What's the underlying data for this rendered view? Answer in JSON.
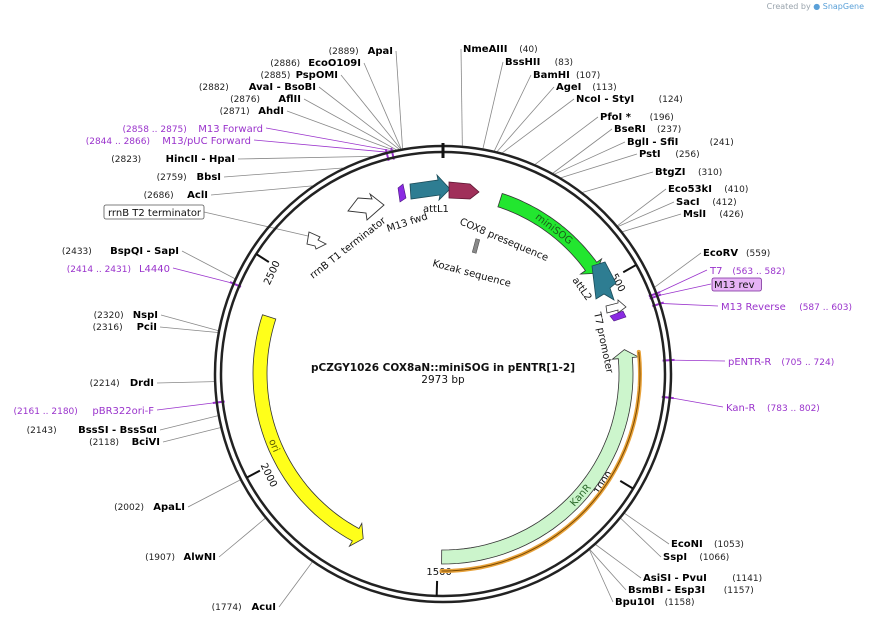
{
  "app": {
    "credit_prefix": "Created by",
    "credit_brand": "SnapGene"
  },
  "plasmid": {
    "name": "pCZGY1026 COX8aN::miniSOG in pENTR[1-2]",
    "size_text": "2973 bp",
    "length_bp": 2973
  },
  "ticks": [
    {
      "bp": 500,
      "label": "500"
    },
    {
      "bp": 1000,
      "label": "1000"
    },
    {
      "bp": 1500,
      "label": "1500"
    },
    {
      "bp": 2000,
      "label": "2000"
    },
    {
      "bp": 2500,
      "label": "2500"
    }
  ],
  "enzymes": [
    {
      "label": "NmeAIII",
      "pos": "(40)",
      "bp": 40
    },
    {
      "label": "BssHII",
      "pos": "(83)",
      "bp": 83
    },
    {
      "label": "BamHI",
      "pos": "(107)",
      "bp": 107
    },
    {
      "label": "AgeI",
      "pos": "(113)",
      "bp": 113
    },
    {
      "label": "NcoI - StyI",
      "pos": "(124)",
      "bp": 124
    },
    {
      "label": "PfoI *",
      "pos": "(196)",
      "bp": 196
    },
    {
      "label": "BseRI",
      "pos": "(237)",
      "bp": 237
    },
    {
      "label": "BglI - SfiI",
      "pos": "(241)",
      "bp": 241
    },
    {
      "label": "PstI",
      "pos": "(256)",
      "bp": 256
    },
    {
      "label": "BtgZI",
      "pos": "(310)",
      "bp": 310
    },
    {
      "label": "Eco53kI",
      "pos": "(410)",
      "bp": 410
    },
    {
      "label": "SacI",
      "pos": "(412)",
      "bp": 412
    },
    {
      "label": "MslI",
      "pos": "(426)",
      "bp": 426
    },
    {
      "label": "EcoRV",
      "pos": "(559)",
      "bp": 559
    },
    {
      "label": "EcoNI",
      "pos": "(1053)",
      "bp": 1053
    },
    {
      "label": "SspI",
      "pos": "(1066)",
      "bp": 1066
    },
    {
      "label": "AsiSI - PvuI",
      "pos": "(1141)",
      "bp": 1141
    },
    {
      "label": "BsmBI - Esp3I",
      "pos": "(1157)",
      "bp": 1157
    },
    {
      "label": "Bpu10I",
      "pos": "(1158)",
      "bp": 1158
    },
    {
      "label": "AcuI",
      "pos": "(1774)",
      "bp": 1774
    },
    {
      "label": "AlwNI",
      "pos": "(1907)",
      "bp": 1907
    },
    {
      "label": "ApaLI",
      "pos": "(2002)",
      "bp": 2002
    },
    {
      "label": "BciVI",
      "pos": "(2118)",
      "bp": 2118
    },
    {
      "label": "BssSI - BssSαI",
      "pos": "(2143)",
      "bp": 2143
    },
    {
      "label": "DrdI",
      "pos": "(2214)",
      "bp": 2214
    },
    {
      "label": "PciI",
      "pos": "(2316)",
      "bp": 2316
    },
    {
      "label": "NspI",
      "pos": "(2320)",
      "bp": 2320
    },
    {
      "label": "BspQI - SapI",
      "pos": "(2433)",
      "bp": 2433
    },
    {
      "label": "AclI",
      "pos": "(2686)",
      "bp": 2686
    },
    {
      "label": "BbsI",
      "pos": "(2759)",
      "bp": 2759
    },
    {
      "label": "HincII - HpaI",
      "pos": "(2823)",
      "bp": 2823
    },
    {
      "label": "AhdI",
      "pos": "(2871)",
      "bp": 2871
    },
    {
      "label": "AflII",
      "pos": "(2876)",
      "bp": 2876
    },
    {
      "label": "AvaI - BsoBI",
      "pos": "(2882)",
      "bp": 2882
    },
    {
      "label": "PspOMI",
      "pos": "(2885)",
      "bp": 2885
    },
    {
      "label": "EcoO109I",
      "pos": "(2886)",
      "bp": 2886
    },
    {
      "label": "ApaI",
      "pos": "(2889)",
      "bp": 2889
    }
  ],
  "primers": [
    {
      "label": "T7",
      "pos": "(563 .. 582)",
      "start": 563,
      "end": 582
    },
    {
      "label": "M13 rev",
      "pos": "",
      "start": 570,
      "end": 586,
      "highlight": true
    },
    {
      "label": "M13 Reverse",
      "pos": "(587 .. 603)",
      "start": 587,
      "end": 603
    },
    {
      "label": "pENTR-R",
      "pos": "(705 .. 724)",
      "start": 705,
      "end": 724
    },
    {
      "label": "Kan-R",
      "pos": "(783 .. 802)",
      "start": 783,
      "end": 802
    },
    {
      "label": "pBR322ori-F",
      "pos": "(2161 .. 2180)",
      "start": 2161,
      "end": 2180
    },
    {
      "label": "L4440",
      "pos": "(2414 .. 2431)",
      "start": 2414,
      "end": 2431
    },
    {
      "label": "M13/pUC Forward",
      "pos": "(2844 .. 2866)",
      "start": 2844,
      "end": 2866
    },
    {
      "label": "M13 Forward",
      "pos": "(2858 .. 2875)",
      "start": 2858,
      "end": 2875
    }
  ],
  "features": [
    {
      "label": "miniSOG",
      "start": 150,
      "end": 468,
      "color": "#22e62f",
      "text_color": "#1a5a1a"
    },
    {
      "label": "KanR",
      "start": 680,
      "end": 1490,
      "color": "#ccf5cc",
      "text_color": "#2d6a2d",
      "reverse": true
    },
    {
      "label": "ori",
      "start": 1700,
      "end": 2380,
      "color": "#ffff1a",
      "text_color": "#555500",
      "reverse": true
    }
  ],
  "inner_labels": [
    {
      "label": "attL1"
    },
    {
      "label": "COX8 presequence"
    },
    {
      "label": "Kozak sequence"
    },
    {
      "label": "M13 fwd"
    },
    {
      "label": "rrnB T1 terminator"
    },
    {
      "label": "attL2"
    },
    {
      "label": "T7 promoter"
    }
  ],
  "boxed_label": {
    "label": "rrnB T2 terminator"
  },
  "colors": {
    "enzyme_text": "#000000",
    "primer_text": "#9a33cc",
    "primer_line": "#9a33cc",
    "attL": "#2e7d92",
    "cox8": "#a0305a",
    "highlight_fill": "#e6b3f5"
  }
}
